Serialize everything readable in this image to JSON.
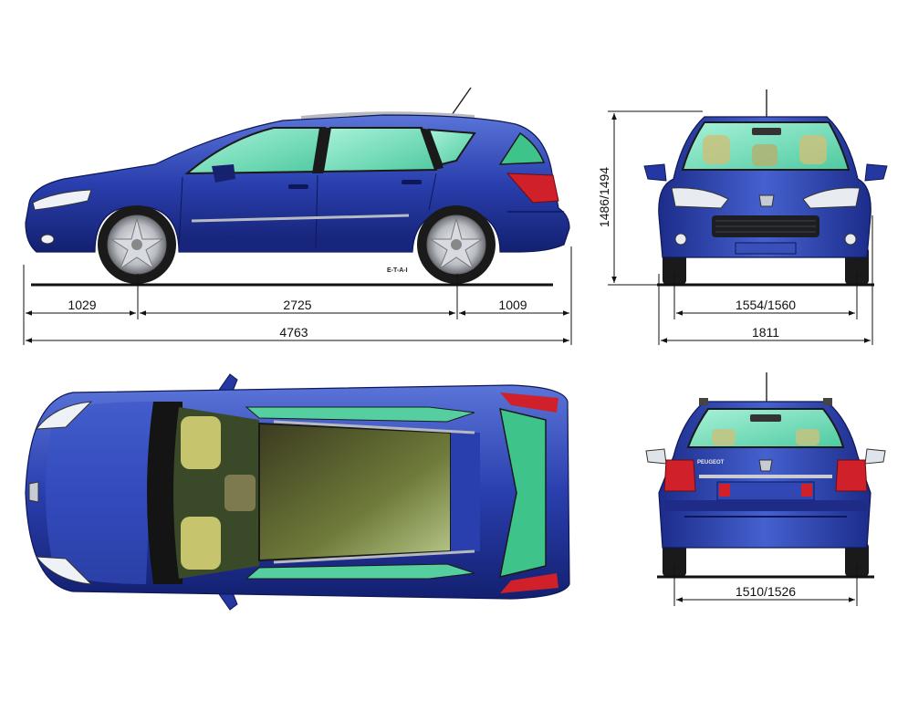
{
  "dimensions": {
    "front_overhang": "1029",
    "wheelbase": "2725",
    "rear_overhang": "1009",
    "overall_length": "4763",
    "height": "1486/1494",
    "front_track": "1554/1560",
    "overall_width": "1811",
    "rear_track": "1510/1526"
  },
  "credit": "E-T-A-I",
  "rear_badge": "PEUGEOT",
  "colors": {
    "body": "#2a3fae",
    "body_dark": "#132070",
    "body_light": "#5a74d8",
    "glass": "#7fe6c4",
    "tail_light": "#d0202a",
    "dimension_line": "#111111"
  }
}
